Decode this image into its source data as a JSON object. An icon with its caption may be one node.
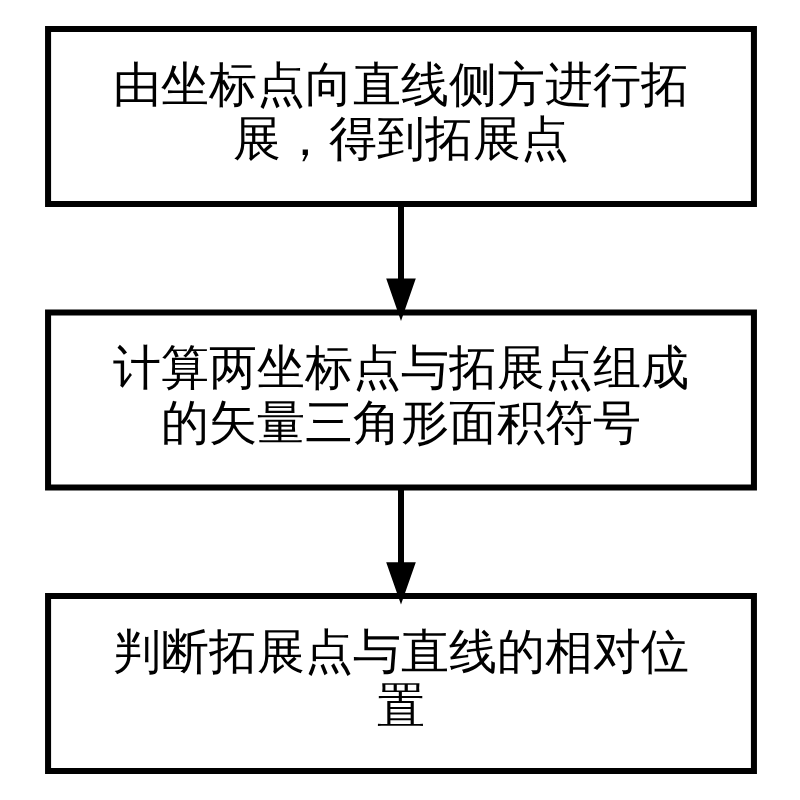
{
  "diagram": {
    "nodes": [
      {
        "text": [
          "由坐标点向直线侧方进行拓展，得到拓展点"
        ]
      },
      {
        "text": [
          "计算两坐标点与拓展点组成的矢量三角形面积符号"
        ]
      },
      {
        "text": [
          "判断拓展点与直线的相对位置"
        ]
      }
    ],
    "edges": [
      {
        "from": 0,
        "to": 1,
        "arrow": "to"
      },
      {
        "from": 1,
        "to": 2,
        "arrow": "to"
      }
    ]
  }
}
